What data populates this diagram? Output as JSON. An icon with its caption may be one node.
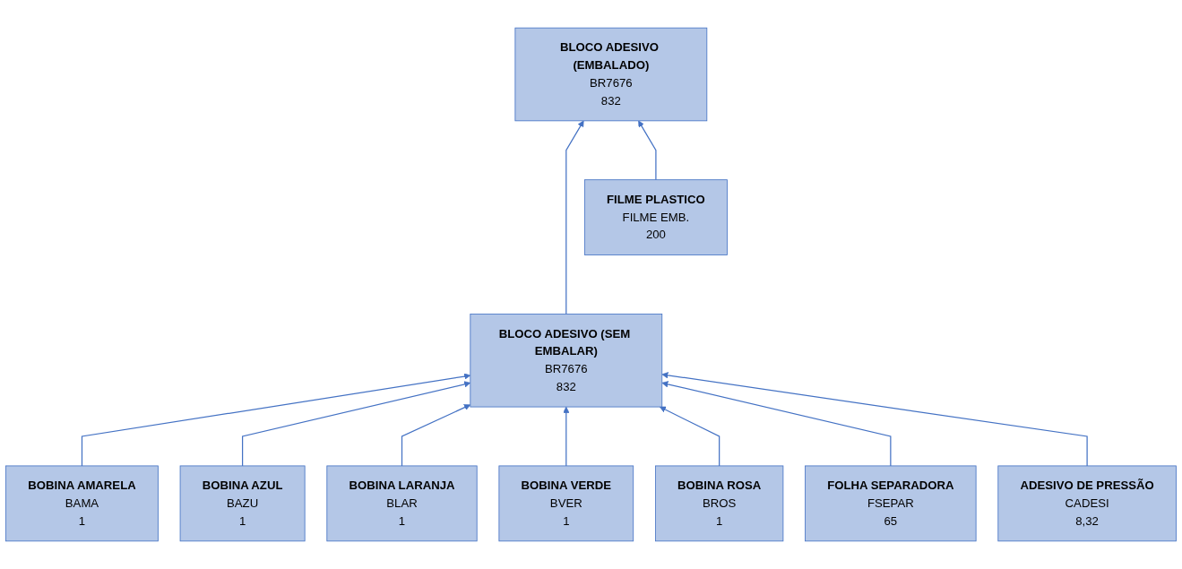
{
  "diagram": {
    "nodes": [
      {
        "text": [
          "BLOCO ADESIVO (EMBALADO)",
          "BR7676",
          "832"
        ]
      },
      {
        "text": [
          "BLOCO ADESIVO (SEM EMBALAR)",
          "BR7676",
          "832"
        ]
      },
      {
        "text": [
          "FILME PLASTICO",
          "FILME EMB.",
          "200"
        ]
      },
      {
        "text": [
          "BOBINA AMARELA",
          "BAMA",
          "1"
        ]
      },
      {
        "text": [
          "BOBINA AZUL",
          "BAZU",
          "1"
        ]
      },
      {
        "text": [
          "BOBINA LARANJA",
          "BLAR",
          "1"
        ]
      },
      {
        "text": [
          "BOBINA VERDE",
          "BVER",
          "1"
        ]
      },
      {
        "text": [
          "BOBINA ROSA",
          "BROS",
          "1"
        ]
      },
      {
        "text": [
          "FOLHA SEPARADORA",
          "FSEPAR",
          "65"
        ]
      },
      {
        "text": [
          "ADESIVO DE PRESSÃO",
          "CADESI",
          "8,32"
        ]
      }
    ],
    "edges": [
      {
        "from": 1,
        "to": 0,
        "arrow": "to"
      },
      {
        "from": 2,
        "to": 0,
        "arrow": "to"
      },
      {
        "from": 3,
        "to": 1,
        "arrow": "to"
      },
      {
        "from": 4,
        "to": 1,
        "arrow": "to"
      },
      {
        "from": 5,
        "to": 1,
        "arrow": "to"
      },
      {
        "from": 6,
        "to": 1,
        "arrow": "to"
      },
      {
        "from": 7,
        "to": 1,
        "arrow": "to"
      },
      {
        "from": 8,
        "to": 1,
        "arrow": "to"
      },
      {
        "from": 9,
        "to": 1,
        "arrow": "to"
      }
    ]
  }
}
